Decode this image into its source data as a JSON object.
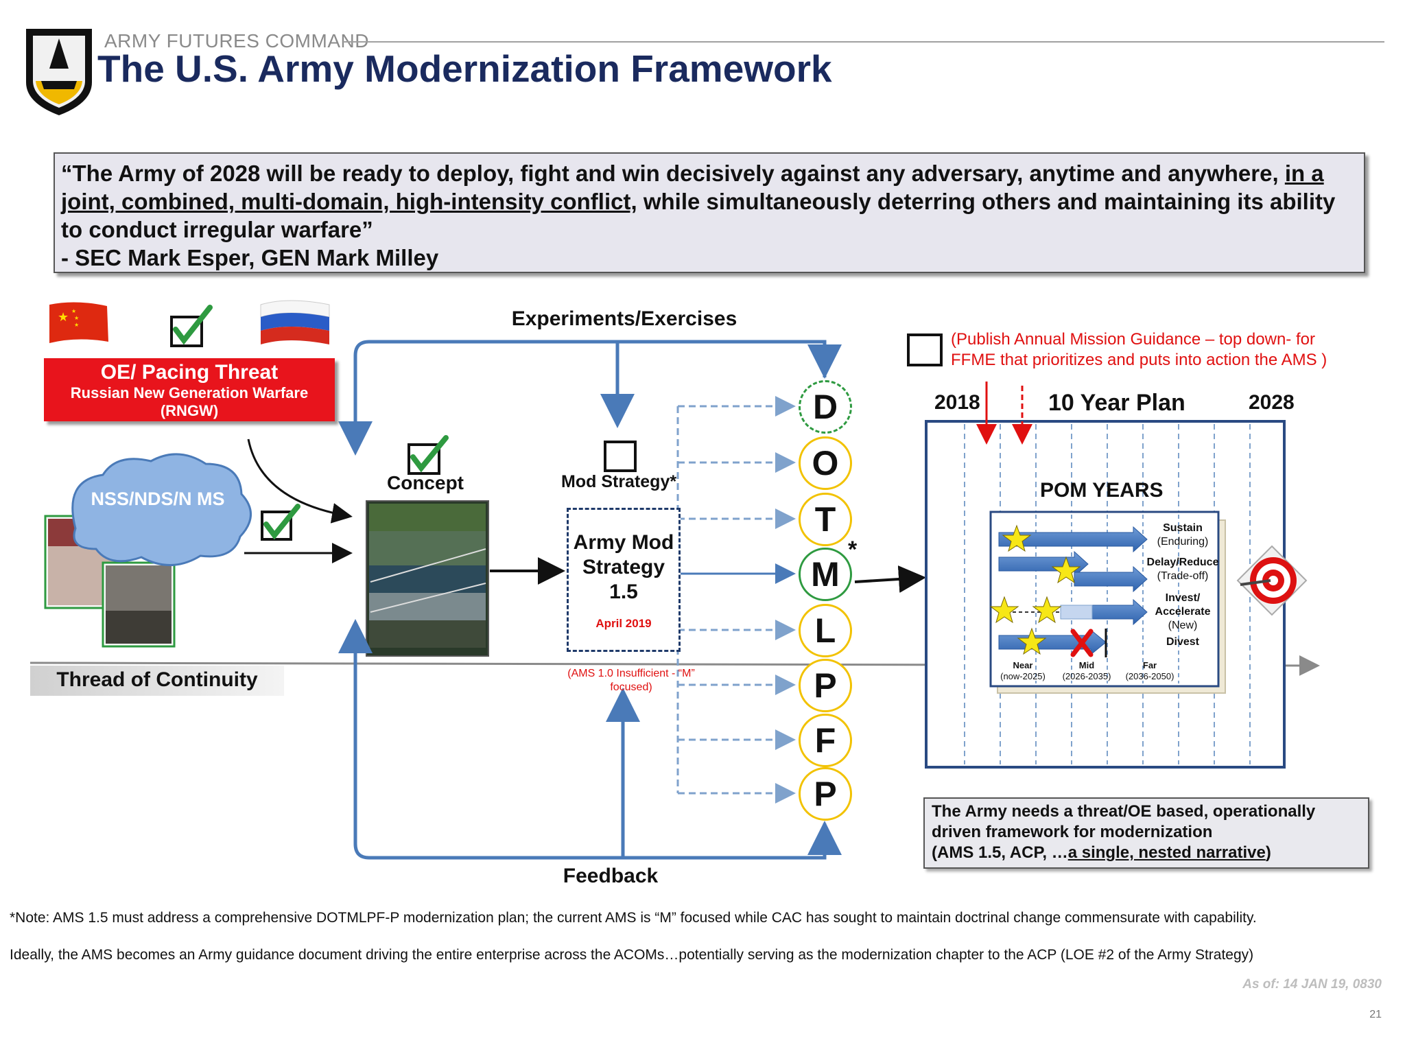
{
  "header": {
    "org": "ARMY FUTURES COMMAND",
    "title": "The U.S. Army Modernization Framework"
  },
  "quote": {
    "part1": "“The Army of 2028 will be ready to deploy, fight and win decisively against any adversary, anytime and anywhere, ",
    "underlined": "in a joint, combined, multi-domain, high-intensity conflict,",
    "part2": " while simultaneously deterring others and maintaining its ability to conduct irregular warfare”",
    "attribution": "- SEC Mark Esper, GEN Mark Milley"
  },
  "threat": {
    "title": "OE/ Pacing Threat",
    "subtitle": "Russian New Generation Warfare",
    "abbr": "(RNGW)"
  },
  "cloud": {
    "text": "NSS/NDS/N MS"
  },
  "thread": {
    "label": "Thread of Continuity"
  },
  "flow": {
    "experiments": "Experiments/Exercises",
    "feedback": "Feedback",
    "concept": "Concept",
    "mod_strategy": "Mod Strategy*"
  },
  "ams": {
    "title": "Army Mod Strategy 1.5",
    "date": "April 2019",
    "note": "(AMS 1.0 Insufficient - “M” focused)"
  },
  "dotmlpf": {
    "letters": [
      "D",
      "O",
      "T",
      "M",
      "L",
      "P",
      "F",
      "P"
    ],
    "asterisk": "*"
  },
  "guidance": {
    "text": "(Publish Annual Mission Guidance – top down- for FFME that prioritizes and puts into action the AMS )"
  },
  "plan": {
    "start": "2018",
    "title": "10 Year Plan",
    "end": "2028",
    "pom_title": "POM YEARS",
    "labels": {
      "sustain": "Sustain",
      "sustain_sub": "(Enduring)",
      "delay": "Delay/Reduce",
      "delay_sub": "(Trade-off)",
      "invest": "Invest/",
      "accelerate": "Accelerate",
      "invest_sub": "(New)",
      "divest": "Divest"
    },
    "phases": [
      {
        "name": "Near",
        "range": "(now-2025)"
      },
      {
        "name": "Mid",
        "range": "(2026-2035)"
      },
      {
        "name": "Far",
        "range": "(2036-2050)"
      }
    ]
  },
  "need": {
    "line1": "The Army needs a threat/OE based, operationally driven framework for modernization",
    "line2a": "(AMS 1.5, ACP, …",
    "line2u": "a single, nested narrative",
    "line2b": ")"
  },
  "notes": {
    "note1": "*Note: AMS 1.5 must address a comprehensive DOTMLPF-P modernization plan; the current AMS is “M” focused while CAC has sought to maintain doctrinal change commensurate with capability.",
    "note2": "Ideally, the AMS becomes an Army guidance document driving the entire enterprise across the ACOMs…potentially serving as the modernization chapter to the ACP (LOE #2 of the Army Strategy)"
  },
  "footer": {
    "as_of": "As of: 14 JAN 19, 0830",
    "page": "21"
  },
  "colors": {
    "title": "#1a2a5e",
    "flow_blue": "#4a7ab8",
    "threat_red": "#e8141c",
    "highlight_yellow": "#f2c200",
    "green": "#2e9a40"
  }
}
